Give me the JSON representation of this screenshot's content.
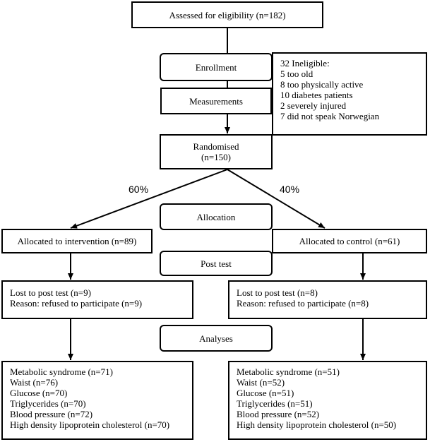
{
  "assessed": "Assessed for eligibility (n=182)",
  "enrollment": "Enrollment",
  "ineligible": [
    "32 Ineligible:",
    " 5 too old",
    " 8 too physically active",
    " 10 diabetes patients",
    " 2 severely injured",
    " 7 did not speak Norwegian"
  ],
  "measurements": "Measurements",
  "randomised": {
    "line1": "Randomised",
    "line2": "(n=150)"
  },
  "split": {
    "left_pct": "60%",
    "right_pct": "40%"
  },
  "allocation": "Allocation",
  "intervention": "Allocated to intervention (n=89)",
  "control": "Allocated to control (n=61)",
  "post_test": "Post test",
  "lost_intervention": [
    "Lost to post test (n=9)",
    "Reason:  refused to participate (n=9)"
  ],
  "lost_control": [
    "Lost to post test (n=8)",
    "Reason:  refused to participate (n=8)"
  ],
  "analyses": "Analyses",
  "results_intervention": [
    "Metabolic syndrome (n=71)",
    "Waist (n=76)",
    "Glucose (n=70)",
    "Triglycerides (n=70)",
    "Blood pressure (n=72)",
    "High density lipoprotein cholesterol (n=70)"
  ],
  "results_control": [
    "Metabolic syndrome (n=51)",
    "Waist (n=52)",
    "Glucose (n=51)",
    "Triglycerides (n=51)",
    "Blood pressure (n=52)",
    "High density lipoprotein cholesterol (n=50)"
  ]
}
